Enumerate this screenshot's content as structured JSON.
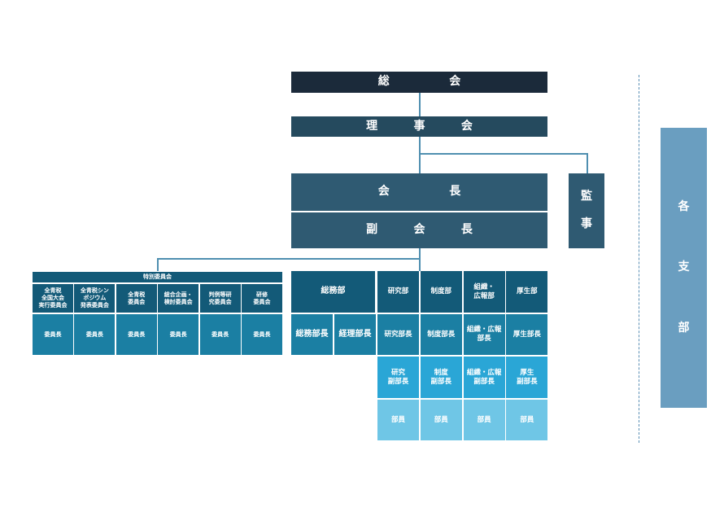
{
  "top": {
    "general_meeting": [
      "総",
      "会"
    ],
    "board": [
      "理",
      "事",
      "会"
    ],
    "president": [
      "会",
      "長"
    ],
    "vice_president": [
      "副",
      "会",
      "長"
    ],
    "auditor": [
      "監",
      "事"
    ],
    "branches": [
      "各",
      "支",
      "部"
    ]
  },
  "special": {
    "header": "特別委員会",
    "committees": [
      {
        "name": "全青税\n全国大会\n実行委員会",
        "role": "委員長"
      },
      {
        "name": "全青税シン\nポジウム\n発表委員会",
        "role": "委員長"
      },
      {
        "name": "全青税\n委員会",
        "role": "委員長"
      },
      {
        "name": "総合企画・\n検討委員会",
        "role": "委員長"
      },
      {
        "name": "判例等研\n究委員会",
        "role": "委員長"
      },
      {
        "name": "研修\n委員会",
        "role": "委員長"
      }
    ]
  },
  "departments": {
    "general_affairs": {
      "name": "総務部",
      "head": "総務部長",
      "manager": "経理部長"
    },
    "others": [
      {
        "name": "研究部",
        "head": "研究部長",
        "deputy": "研究\n副部長",
        "member": "部員"
      },
      {
        "name": "制度部",
        "head": "制度部長",
        "deputy": "制度\n副部長",
        "member": "部員"
      },
      {
        "name": "組織・\n広報部",
        "head": "組織・広報\n部長",
        "deputy": "組織・広報\n副部長",
        "member": "部員"
      },
      {
        "name": "厚生部",
        "head": "厚生部長",
        "deputy": "厚生\n副部長",
        "member": "部員"
      }
    ]
  },
  "colors": {
    "dark": "#1b2a3a",
    "navy": "#254a5e",
    "slate": "#2f5a72",
    "teal1": "#135a78",
    "teal2": "#1b7fa3",
    "sky": "#2aa6d6",
    "light": "#6fc6e6",
    "pale": "#6a9ec0",
    "connector": "#4f8fb0"
  }
}
